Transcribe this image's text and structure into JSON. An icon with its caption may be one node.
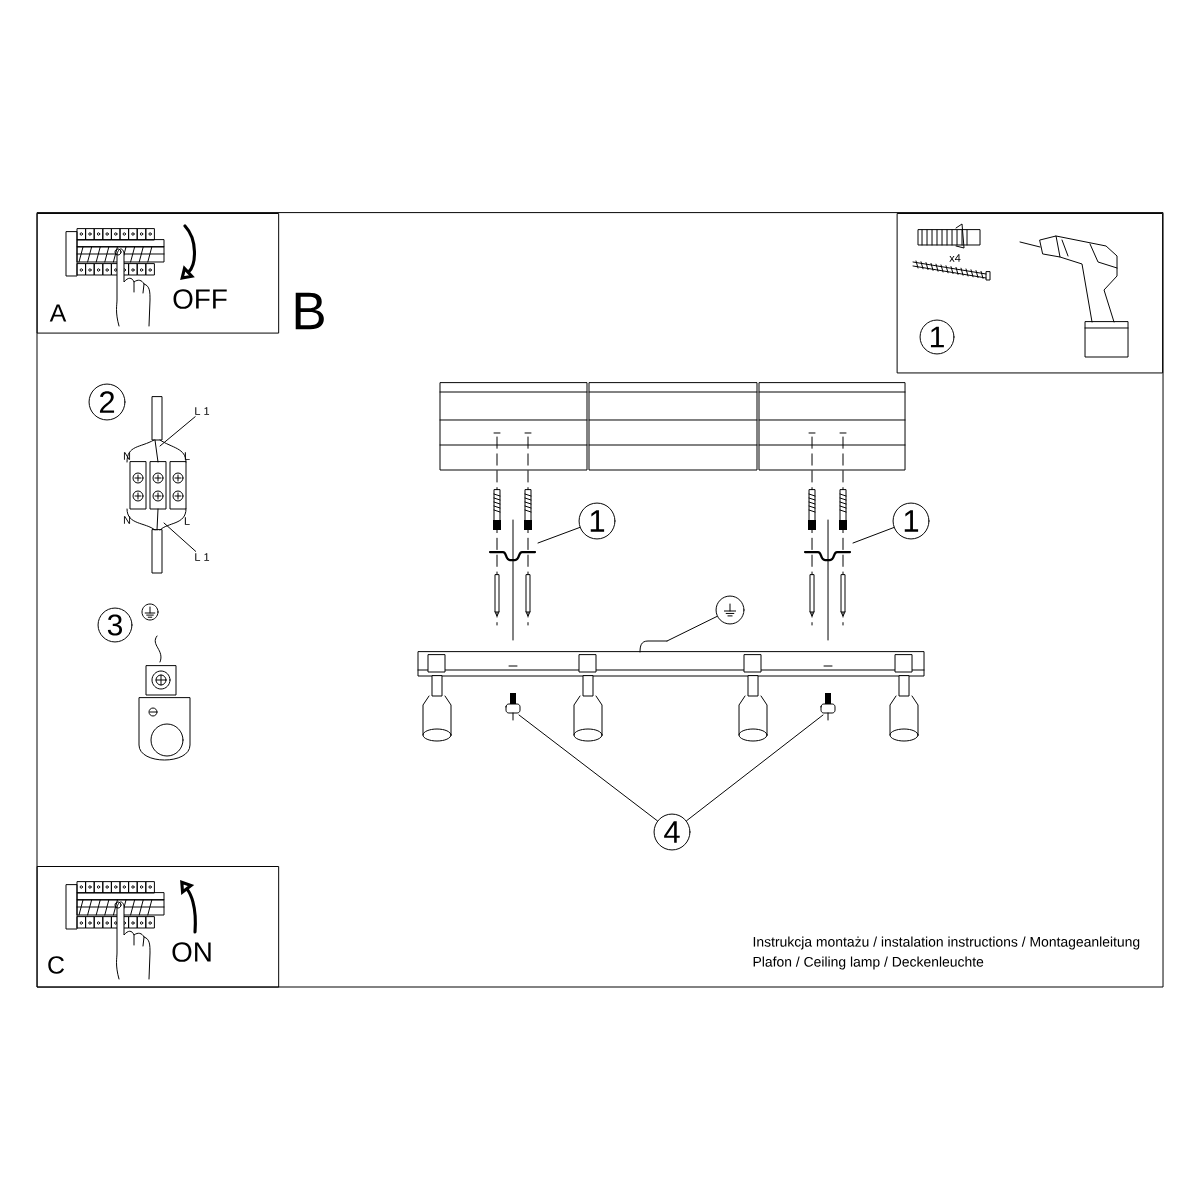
{
  "diagram": {
    "nodes": [
      {
        "text": [
          "A",
          "OFF"
        ]
      },
      {
        "text": [
          "x4"
        ]
      },
      {
        "text": [
          "1"
        ],
        "in": 1
      },
      {
        "text": [
          "2"
        ]
      },
      {
        "text": [
          "L 1"
        ]
      },
      {
        "text": [
          "L 1"
        ]
      },
      {
        "text": [
          "3"
        ]
      },
      {
        "text": [
          "1"
        ]
      },
      {
        "text": [
          "1"
        ]
      },
      {
        "text": [],
        "shape": "circle"
      },
      {
        "text": [
          "4"
        ]
      },
      {
        "text": [
          "C",
          "ON"
        ]
      },
      {
        "text": [],
        "shape": "picture"
      },
      {
        "text": [],
        "shape": "picture"
      },
      {
        "text": [],
        "shape": "picture"
      },
      {
        "text": [],
        "shape": "picture"
      },
      {
        "text": [],
        "shape": "picture"
      },
      {
        "text": [],
        "shape": "picture"
      }
    ],
    "edges": [
      {
        "from": 4,
        "to": 12,
        "arrow": "none"
      },
      {
        "from": 5,
        "to": 12,
        "arrow": "none"
      },
      {
        "from": 7,
        "to": 13,
        "arrow": "none"
      },
      {
        "from": 8,
        "to": 14,
        "arrow": "none"
      },
      {
        "from": 9,
        "to": 17,
        "arrow": "none"
      },
      {
        "from": 10,
        "to": 15,
        "arrow": "none"
      },
      {
        "from": 10,
        "to": 16,
        "arrow": "none"
      }
    ],
    "labels": [
      "B",
      "N",
      "L",
      "N",
      "L",
      "Instrukcja montażu / instalation instructions / Montageanleitung",
      "Plafon / Ceiling lamp / Deckenleuchte"
    ]
  }
}
